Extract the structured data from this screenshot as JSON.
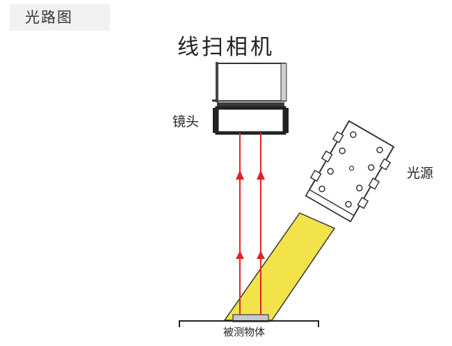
{
  "header": {
    "tab_label": "光路图"
  },
  "diagram": {
    "title": "线扫相机",
    "labels": {
      "lens": "镜头",
      "light_source": "光源",
      "object": "被测物体"
    },
    "colors": {
      "light_beam": "#f2e34a",
      "ray": "#e02424",
      "outline": "#333333"
    }
  }
}
